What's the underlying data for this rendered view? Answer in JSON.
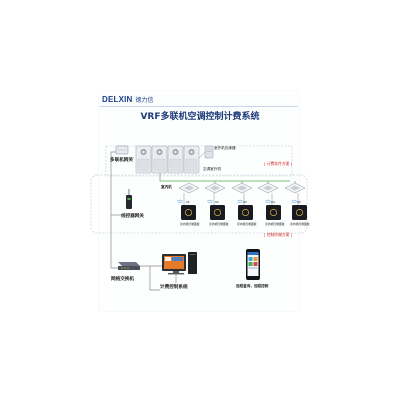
{
  "logo": {
    "brand": "DELXIN",
    "sub": "德力信"
  },
  "title": "VRF多联机空调控制计费系统",
  "labels": {
    "gateway": "多联机网关",
    "outdoor_adapter": "室外机边缘器",
    "outdoor_unit": "空调室外机",
    "billing_scheme": "[ 计费软件方案 ]",
    "indoor": "室内机",
    "wire_gateway": "线控器网关",
    "control_scheme": "[ 控制终端方案 ]",
    "switch": "网络交换机",
    "billing_system": "计费控制系统",
    "remote": "远程查询，远程控制"
  },
  "indoor_units": [
    {
      "index": "01",
      "caption": "室内机控制面板"
    },
    {
      "index": "02",
      "caption": "室内机控制面板"
    },
    {
      "index": "03",
      "caption": "室内机控制面板"
    },
    {
      "index": "04",
      "caption": "室内机控制面板"
    },
    {
      "index": "05",
      "caption": "室内机控制面板"
    }
  ],
  "colors": {
    "accent": "#1e3c78",
    "scheme_red": "#d22b2b",
    "green_line": "#4caf50",
    "gray_line": "#8a8a8a"
  },
  "icons": [
    "wifi-icon",
    "network-switch-icon",
    "monitor-icon",
    "phone-icon"
  ]
}
